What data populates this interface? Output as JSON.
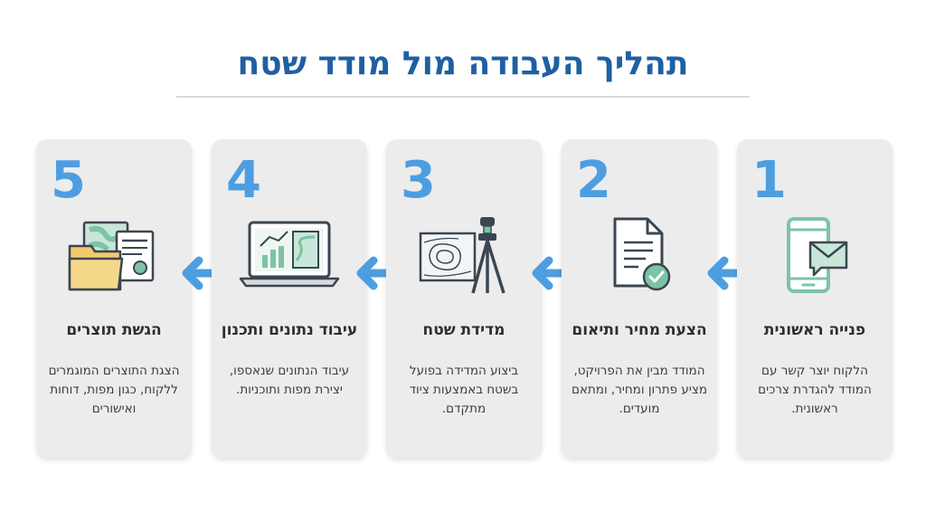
{
  "title": "תהליך העבודה מול מודד שטח",
  "colors": {
    "title": "#1f5fa3",
    "step_number": "#4d9ee0",
    "arrow": "#4d9ee0",
    "card_bg": "#ececec",
    "icon_green": "#7cc4a5",
    "icon_dark": "#3b4650"
  },
  "steps": [
    {
      "number": "1",
      "icon": "phone-envelope-icon",
      "heading": "פנייה ראשונית",
      "text": "הלקוח יוצר קשר עם המודד להגדרת צרכים ראשונית."
    },
    {
      "number": "2",
      "icon": "document-check-icon",
      "heading": "הצעת מחיר ותיאום",
      "text": "המודד מבין את הפרויקט, מציע פתרון ומחיר, ומתאם מועדים."
    },
    {
      "number": "3",
      "icon": "survey-instrument-icon",
      "heading": "מדידת שטח",
      "text": "ביצוע המדידה בפועל בשטח באמצעות ציוד מתקדם."
    },
    {
      "number": "4",
      "icon": "laptop-chart-icon",
      "heading": "עיבוד נתונים ותכנון",
      "text": "עיבוד הנתונים שנאספו, יצירת מפות ותוכניות."
    },
    {
      "number": "5",
      "icon": "folder-maps-certificate-icon",
      "heading": "הגשת תוצרים",
      "text": "הצגת התוצרים המוגמרים ללקוח, כגון מפות, דוחות ואישורים"
    }
  ]
}
